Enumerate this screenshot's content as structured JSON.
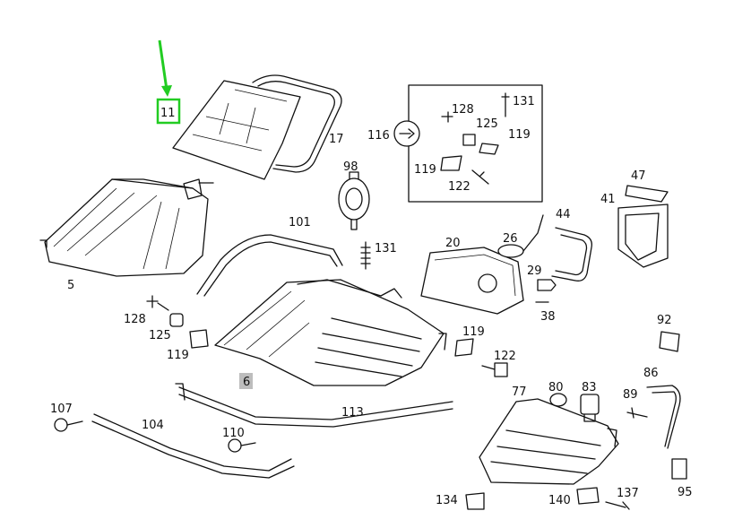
{
  "diagram": {
    "highlight_color": "#22cc22",
    "highlighted_part": "11",
    "shaded_label_bg": "#bdbdbd",
    "labels": [
      {
        "id": "p11",
        "text": "11"
      },
      {
        "id": "p17",
        "text": "17"
      },
      {
        "id": "p5",
        "text": "5"
      },
      {
        "id": "p98",
        "text": "98"
      },
      {
        "id": "p101",
        "text": "101"
      },
      {
        "id": "p131a",
        "text": "131"
      },
      {
        "id": "p116",
        "text": "116"
      },
      {
        "id": "p128a",
        "text": "128"
      },
      {
        "id": "p131b",
        "text": "131"
      },
      {
        "id": "p125a",
        "text": "125"
      },
      {
        "id": "p119a",
        "text": "119"
      },
      {
        "id": "p119b",
        "text": "119"
      },
      {
        "id": "p122a",
        "text": "122"
      },
      {
        "id": "p47",
        "text": "47"
      },
      {
        "id": "p41",
        "text": "41"
      },
      {
        "id": "p44",
        "text": "44"
      },
      {
        "id": "p20",
        "text": "20"
      },
      {
        "id": "p26",
        "text": "26"
      },
      {
        "id": "p29",
        "text": "29"
      },
      {
        "id": "p38",
        "text": "38"
      },
      {
        "id": "p128b",
        "text": "128"
      },
      {
        "id": "p125b",
        "text": "125"
      },
      {
        "id": "p119c",
        "text": "119"
      },
      {
        "id": "p6",
        "text": "6"
      },
      {
        "id": "p119d",
        "text": "119"
      },
      {
        "id": "p122b",
        "text": "122"
      },
      {
        "id": "p92",
        "text": "92"
      },
      {
        "id": "p86",
        "text": "86"
      },
      {
        "id": "p80",
        "text": "80"
      },
      {
        "id": "p83",
        "text": "83"
      },
      {
        "id": "p89",
        "text": "89"
      },
      {
        "id": "p77",
        "text": "77"
      },
      {
        "id": "p107",
        "text": "107"
      },
      {
        "id": "p104",
        "text": "104"
      },
      {
        "id": "p113",
        "text": "113"
      },
      {
        "id": "p110",
        "text": "110"
      },
      {
        "id": "p134",
        "text": "134"
      },
      {
        "id": "p140",
        "text": "140"
      },
      {
        "id": "p137",
        "text": "137"
      },
      {
        "id": "p95",
        "text": "95"
      }
    ]
  }
}
